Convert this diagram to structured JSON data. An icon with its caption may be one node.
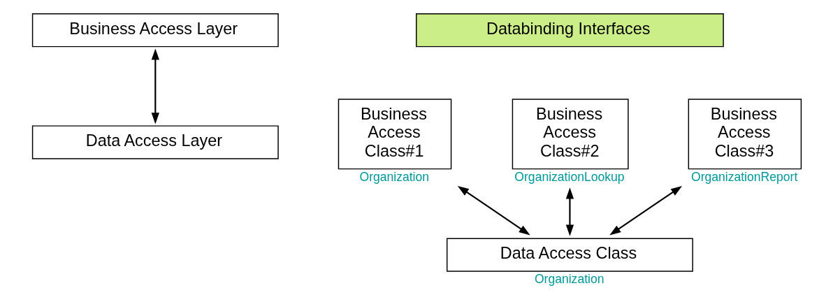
{
  "diagram": {
    "nodes": [
      {
        "text": [
          "Business Access Layer"
        ]
      },
      {
        "text": [
          "Data Access Layer"
        ]
      },
      {
        "text": [
          "Databinding Interfaces"
        ]
      },
      {
        "text": [
          "Business Access Class#1"
        ],
        "beside": [
          "Organization"
        ]
      },
      {
        "text": [
          "Business Access Class#2"
        ],
        "beside": [
          "OrganizationLookup"
        ]
      },
      {
        "text": [
          "Business Access Class#3"
        ],
        "beside": [
          "OrganizationReport"
        ]
      },
      {
        "text": [
          "Data Access Class"
        ],
        "beside": [
          "Organization"
        ]
      }
    ],
    "edges": [
      {
        "from": 0,
        "to": 1,
        "arrow": "both"
      },
      {
        "from": 3,
        "to": 6,
        "arrow": "both"
      },
      {
        "from": 4,
        "to": 6,
        "arrow": "both"
      },
      {
        "from": 5,
        "to": 6,
        "arrow": "both"
      }
    ]
  }
}
